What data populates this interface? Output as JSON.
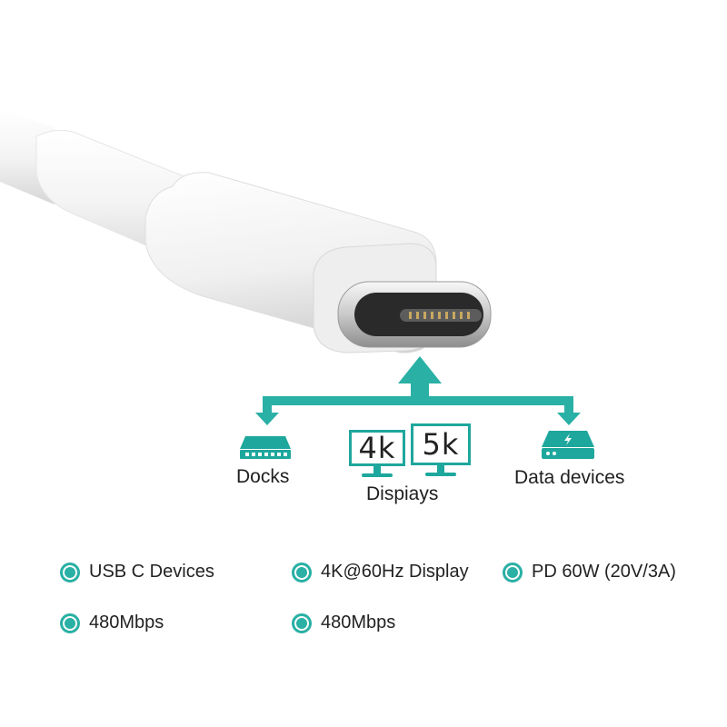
{
  "diagram": {
    "targets": [
      {
        "label": "Docks",
        "icon": "dock-icon"
      },
      {
        "label": "Dispiays",
        "icon": "monitor-icon"
      },
      {
        "label": "Data devices",
        "icon": "hard-drive-icon"
      }
    ],
    "monitors": [
      {
        "text": "4k"
      },
      {
        "text": "5k"
      }
    ]
  },
  "features": [
    {
      "text": "USB C Devices"
    },
    {
      "text": "4K@60Hz Display"
    },
    {
      "text": "PD 60W (20V/3A)"
    },
    {
      "text": "480Mbps"
    },
    {
      "text": "480Mbps"
    }
  ],
  "colors": {
    "accent": "#2ab0a5",
    "cable": "#f2f2f2"
  }
}
